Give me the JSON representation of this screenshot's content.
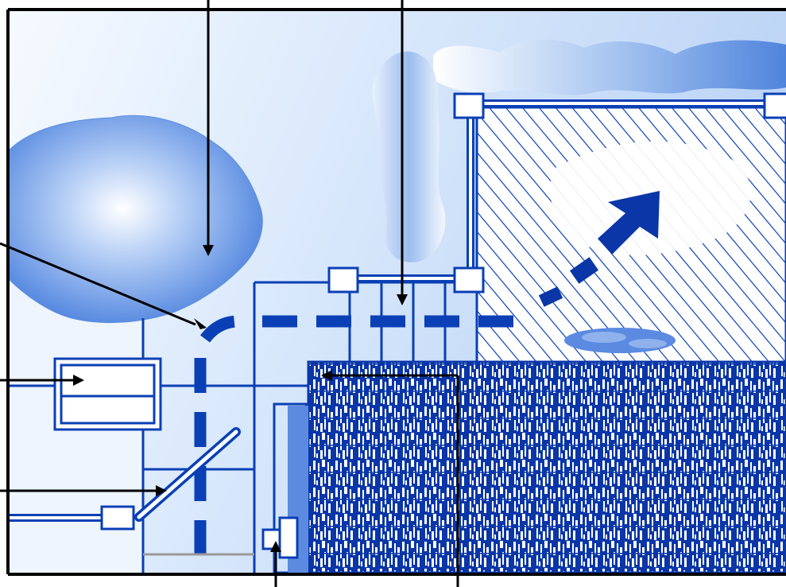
{
  "diagram": {
    "kind": "site-plan",
    "colors": {
      "sky_light": "#eef5fe",
      "sky_mid": "#c6dcf7",
      "blue_line": "#0a3fb5",
      "blue_dark": "#0a36a8",
      "blue_soft": "#6f9be6",
      "pointer": "#000000",
      "frame": "#000000",
      "grey_line": "#9a9a9a"
    },
    "elements": [
      {
        "name": "tree-canopy",
        "shape": "cloud"
      },
      {
        "name": "shrub-row-top",
        "shape": "cloud"
      },
      {
        "name": "shrub-column",
        "shape": "cloud"
      },
      {
        "name": "pergola-frame",
        "shape": "rectangle"
      },
      {
        "name": "hatched-deck",
        "shape": "hatched-area"
      },
      {
        "name": "directional-arrow",
        "shape": "arrow"
      },
      {
        "name": "dashed-path",
        "shape": "dashed-line"
      },
      {
        "name": "textured-paving",
        "shape": "textured-area"
      },
      {
        "name": "planter-box",
        "shape": "rectangle"
      },
      {
        "name": "stepping-stones",
        "shape": "cluster"
      },
      {
        "name": "bench",
        "shape": "rectangle"
      },
      {
        "name": "diagonal-ramp",
        "shape": "double-line"
      },
      {
        "name": "post-markers",
        "shape": "squares"
      }
    ],
    "callouts": [
      {
        "name": "callout-top-left",
        "target": "tree-canopy"
      },
      {
        "name": "callout-top-right",
        "target": "dashed-path"
      },
      {
        "name": "callout-left-upper",
        "target": "dashed-path"
      },
      {
        "name": "callout-left-middle",
        "target": "planter-box"
      },
      {
        "name": "callout-left-lower",
        "target": "diagonal-ramp"
      },
      {
        "name": "callout-bottom-left",
        "target": "bench"
      },
      {
        "name": "callout-bottom-right",
        "target": "textured-paving"
      }
    ]
  }
}
